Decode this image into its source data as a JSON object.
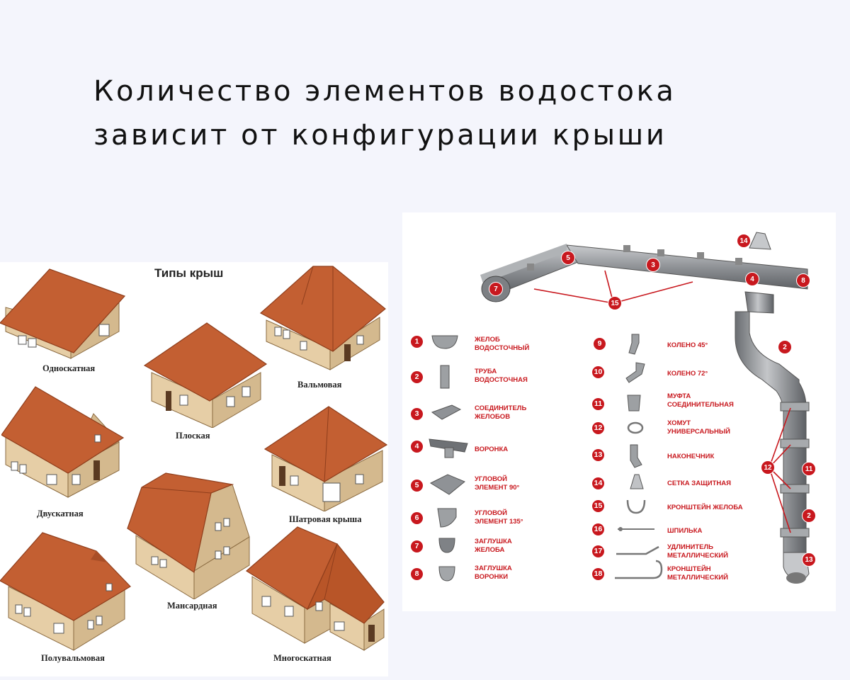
{
  "headline": {
    "line1": "Количество элементов водостока",
    "line2": "зависит от конфигурации крыши"
  },
  "colors": {
    "page_bg": "#f4f5fc",
    "roof": "#c35f32",
    "wall": "#e6cea6",
    "accent_red": "#c8181e",
    "pipe_grey": "#8f9296"
  },
  "roof_types": {
    "title": "Типы крыш",
    "items": [
      {
        "key": "single",
        "label": "Односкатная"
      },
      {
        "key": "hip",
        "label": "Вальмовая"
      },
      {
        "key": "flat",
        "label": "Плоская"
      },
      {
        "key": "gable",
        "label": "Двускатная"
      },
      {
        "key": "tent",
        "label": "Шатровая крыша"
      },
      {
        "key": "mansard",
        "label": "Мансардная"
      },
      {
        "key": "halfhip",
        "label": "Полувальмовая"
      },
      {
        "key": "multi",
        "label": "Многоскатная"
      }
    ]
  },
  "gutter_parts": {
    "left": [
      {
        "num": "1",
        "label": "Желоб\nводосточный",
        "icon": "gutter-trough-icon"
      },
      {
        "num": "2",
        "label": "Труба\nводосточная",
        "icon": "pipe-icon"
      },
      {
        "num": "3",
        "label": "Соединитель\nжелобов",
        "icon": "gutter-connector-icon"
      },
      {
        "num": "4",
        "label": "Воронка",
        "icon": "funnel-icon"
      },
      {
        "num": "5",
        "label": "Угловой\nэлемент 90°",
        "icon": "corner-90-icon"
      },
      {
        "num": "6",
        "label": "Угловой\nэлемент 135°",
        "icon": "corner-135-icon"
      },
      {
        "num": "7",
        "label": "Заглушка\nжелоба",
        "icon": "gutter-cap-icon"
      },
      {
        "num": "8",
        "label": "Заглушка\nворонки",
        "icon": "funnel-cap-icon"
      }
    ],
    "right": [
      {
        "num": "9",
        "label": "Колено 45°",
        "icon": "elbow-45-icon"
      },
      {
        "num": "10",
        "label": "Колено 72°",
        "icon": "elbow-72-icon"
      },
      {
        "num": "11",
        "label": "Муфта\nсоединительная",
        "icon": "coupling-icon"
      },
      {
        "num": "12",
        "label": "Хомут\nуниверсальный",
        "icon": "clamp-icon"
      },
      {
        "num": "13",
        "label": "Наконечник",
        "icon": "tip-icon"
      },
      {
        "num": "14",
        "label": "Сетка защитная",
        "icon": "guard-mesh-icon"
      },
      {
        "num": "15",
        "label": "Кронштейн желоба",
        "icon": "gutter-bracket-icon"
      },
      {
        "num": "16",
        "label": "Шпилька",
        "icon": "stud-icon"
      },
      {
        "num": "17",
        "label": "Удлинитель\nметаллический",
        "icon": "extender-icon"
      },
      {
        "num": "18",
        "label": "Кронштейн\nметаллический",
        "icon": "metal-bracket-icon"
      }
    ]
  },
  "gutter_callouts": [
    "7",
    "5",
    "3",
    "4",
    "8",
    "14",
    "15",
    "2",
    "12",
    "11",
    "2",
    "13"
  ]
}
